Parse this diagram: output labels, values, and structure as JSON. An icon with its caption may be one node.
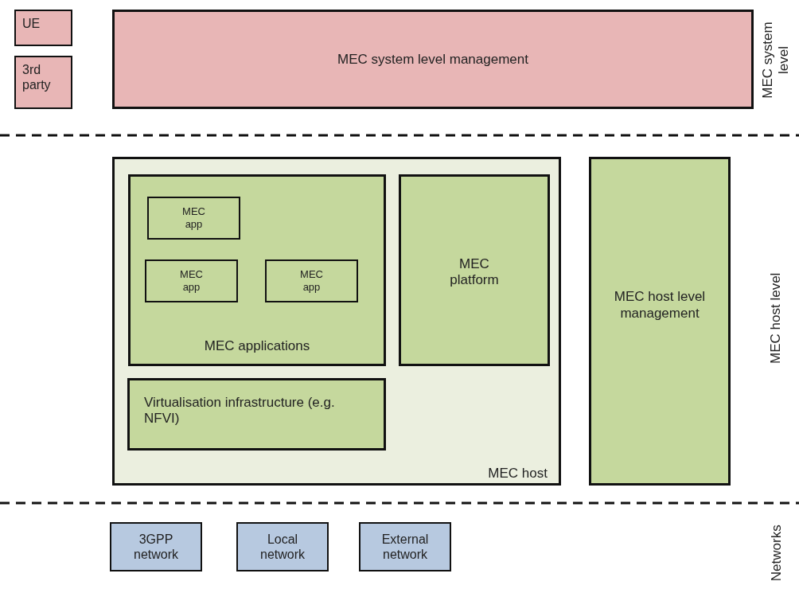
{
  "diagram": {
    "nodes": [
      {
        "text": [
          "UE"
        ]
      },
      {
        "text": [
          "3rd party"
        ]
      },
      {
        "text": [
          "MEC system level management"
        ]
      },
      {
        "text": [
          "MEC host"
        ]
      },
      {
        "text": [
          "MEC applications"
        ],
        "in": 3
      },
      {
        "text": [
          "MEC app"
        ],
        "in": 4
      },
      {
        "text": [
          "MEC app"
        ],
        "in": 4
      },
      {
        "text": [
          "MEC app"
        ],
        "in": 4
      },
      {
        "text": [
          "MEC platform"
        ],
        "in": 3
      },
      {
        "text": [
          "Virtualisation infrastructure (e.g. NFVI)"
        ],
        "in": 3
      },
      {
        "text": [
          "MEC host level management"
        ]
      },
      {
        "text": [
          "3GPP network"
        ]
      },
      {
        "text": [
          "Local network"
        ]
      },
      {
        "text": [
          "External network"
        ]
      }
    ],
    "labels": [
      "MEC system level",
      "MEC host level",
      "Networks"
    ]
  }
}
